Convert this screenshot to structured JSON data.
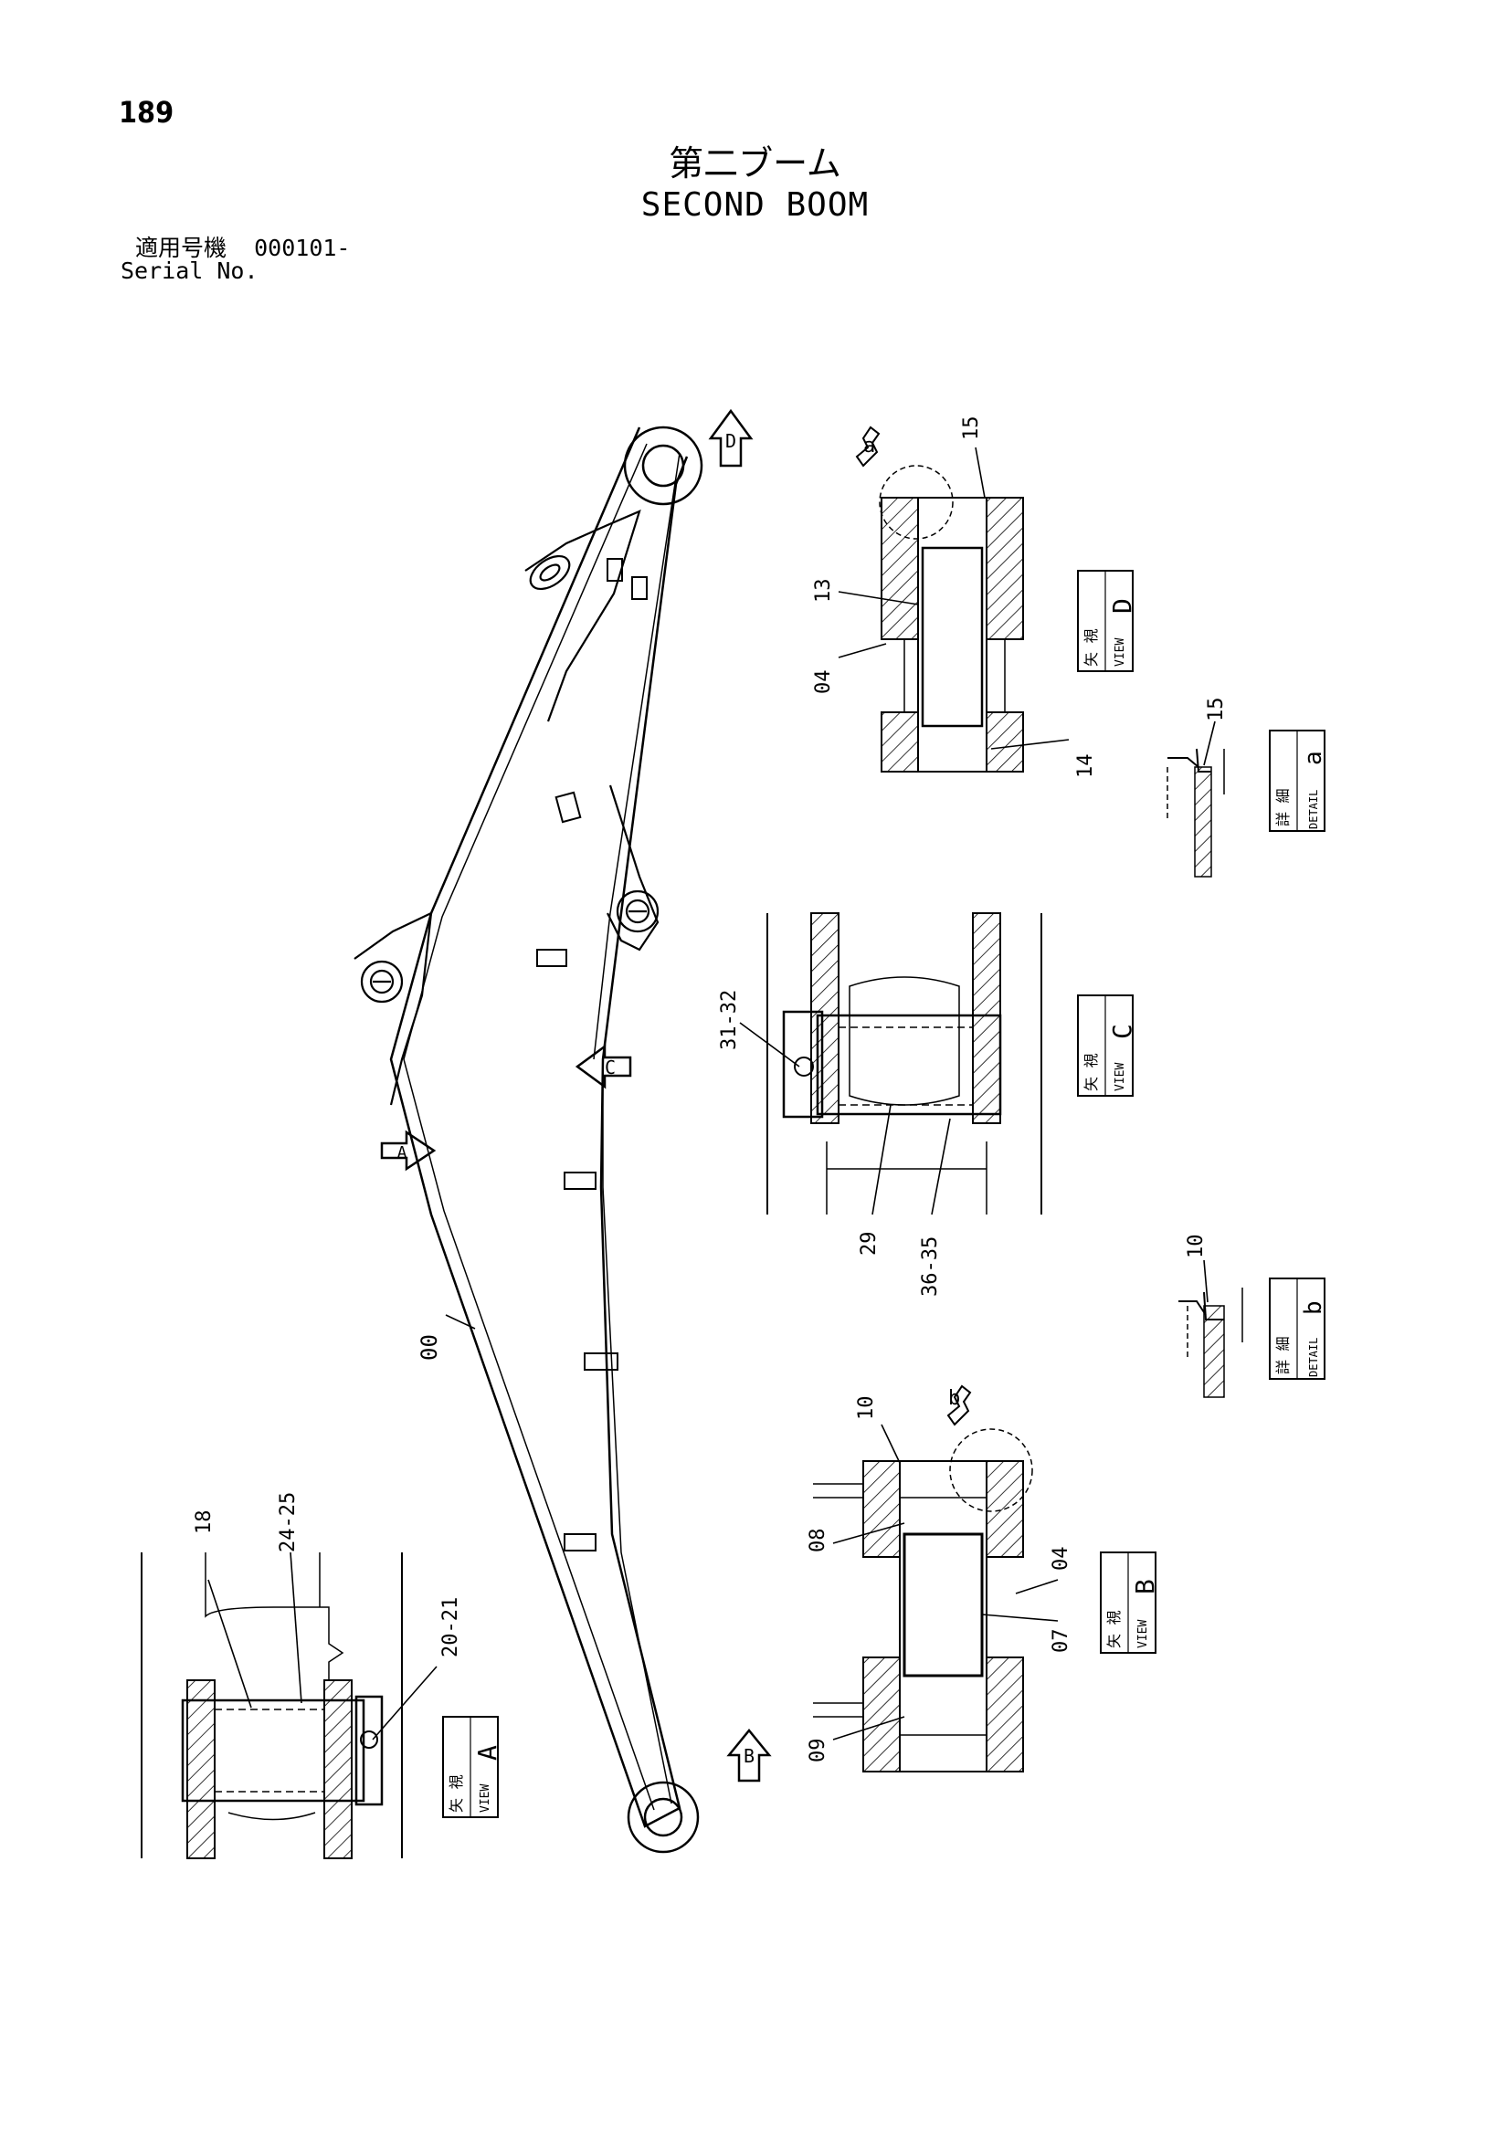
{
  "page_number": "189",
  "title_jp": "第二ブーム",
  "title_en": "SECOND BOOM",
  "serial": {
    "label_jp": "適用号機",
    "value": "000101-",
    "label_en": "Serial No."
  },
  "arrows": {
    "a": "A",
    "b": "B",
    "c": "C",
    "d": "D"
  },
  "views": {
    "kanji_view": "矢 視",
    "kanji_detail": "詳 細",
    "view_word": "VIEW",
    "detail_word": "DETAIL",
    "a": "A",
    "b": "B",
    "c": "C",
    "d": "D",
    "detail_a": "a",
    "detail_b": "b"
  },
  "callouts": {
    "p00": "00",
    "p04": "04",
    "p07": "07",
    "p08": "08",
    "p09": "09",
    "p10": "10",
    "p13": "13",
    "p14": "14",
    "p15": "15",
    "p18": "18",
    "p20_21": "20-21",
    "p24_25": "24-25",
    "p29": "29",
    "p31_32": "31-32",
    "p36_35": "36-35"
  },
  "colors": {
    "ink": "#000000",
    "paper": "#ffffff"
  }
}
